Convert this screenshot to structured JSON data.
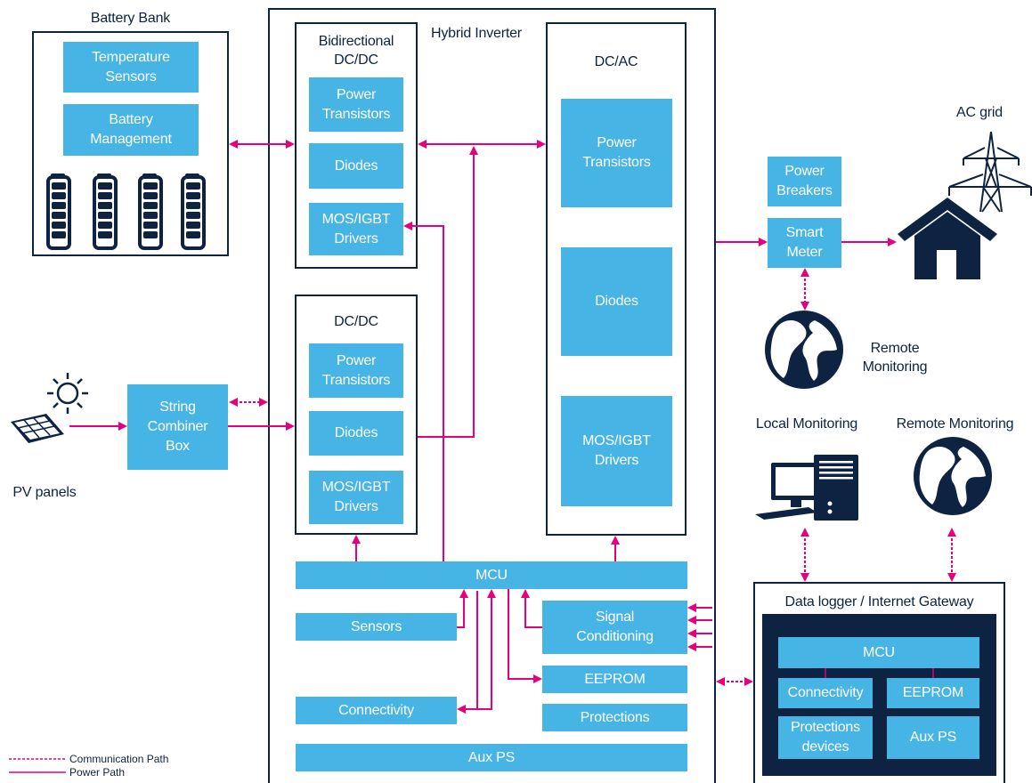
{
  "labels": {
    "battery_bank": "Battery Bank",
    "hybrid_inverter": "Hybrid Inverter",
    "bidirectional_dcdc": "Bidirectional\nDC/DC",
    "dcdc": "DC/DC",
    "dcac": "DC/AC",
    "ac_grid": "AC grid",
    "pv_panels": "PV panels",
    "remote_monitoring_globe": "Remote\nMonitoring",
    "local_monitoring": "Local Monitoring",
    "remote_monitoring": "Remote Monitoring",
    "data_logger": "Data logger / Internet Gateway"
  },
  "blocks": {
    "temperature_sensors": "Temperature\nSensors",
    "battery_management": "Battery\nManagement",
    "bidi_power_transistors": "Power\nTransistors",
    "bidi_diodes": "Diodes",
    "bidi_drivers": "MOS/IGBT\nDrivers",
    "dcdc_power_transistors": "Power\nTransistors",
    "dcdc_diodes": "Diodes",
    "dcdc_drivers": "MOS/IGBT\nDrivers",
    "dcac_power_transistors": "Power\nTransistors",
    "dcac_diodes": "Diodes",
    "dcac_drivers": "MOS/IGBT\nDrivers",
    "string_combiner": "String\nCombiner\nBox",
    "mcu": "MCU",
    "sensors": "Sensors",
    "signal_conditioning": "Signal\nConditioning",
    "eeprom": "EEPROM",
    "connectivity": "Connectivity",
    "protections": "Protections",
    "aux_ps": "Aux PS",
    "power_breakers": "Power\nBreakers",
    "smart_meter": "Smart\nMeter",
    "gw_mcu": "MCU",
    "gw_connectivity": "Connectivity",
    "gw_eeprom": "EEPROM",
    "gw_protections": "Protections\ndevices",
    "gw_aux_ps": "Aux PS"
  },
  "legend": {
    "communication": "Communication Path",
    "power": "Power Path"
  },
  "colors": {
    "navy": "#0d2341",
    "block_blue": "#47b4e6",
    "arrow_magenta": "#e5007e"
  },
  "icons": [
    "battery-icon",
    "sun-icon",
    "solar-panel-icon",
    "pylon-icon",
    "house-icon",
    "globe-icon",
    "computer-icon"
  ]
}
